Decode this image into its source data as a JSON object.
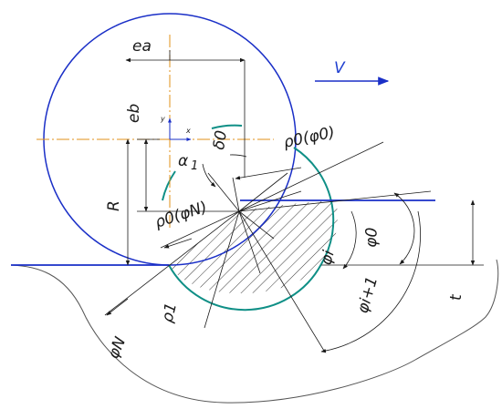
{
  "labels": {
    "ea": "ea",
    "eb": "eb",
    "R": "R",
    "t": "t",
    "V": "V",
    "y": "y",
    "x": "x",
    "alpha1": "α",
    "alpha1_sub": "1",
    "delta0": "δ0",
    "rho0_phi0": "ρ0(φ0)",
    "rho0_phiN": "ρ0(φN)",
    "phi0": "φ0",
    "phi_i": "φi",
    "phi_i1": "φi+1",
    "rho1": "ρ1",
    "phiN": "φN"
  },
  "colors": {
    "wheel": "#1a2fc7",
    "workpiece_surface": "#1a2fc7",
    "trajectory": "#0f8f86",
    "centerline": "#e0901a",
    "velocity_arrow": "#1a2fc7",
    "line": "#1a1a1a"
  }
}
